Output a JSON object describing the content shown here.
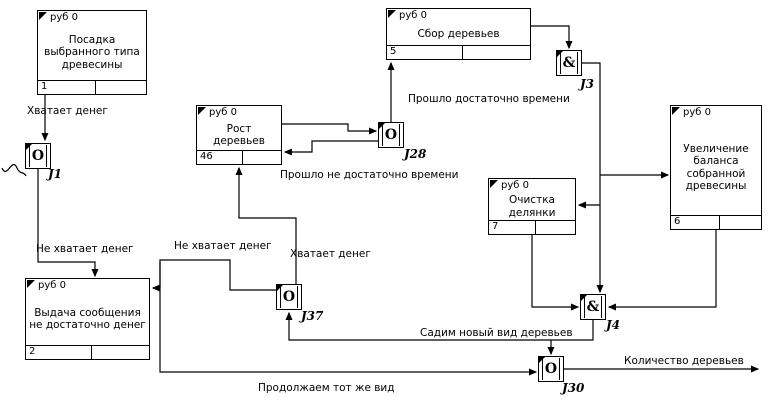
{
  "diagram": {
    "boxes": [
      {
        "cost": "руб 0",
        "title": "Посадка выбранного типа древесины",
        "number": "1"
      },
      {
        "cost": "руб 0",
        "title": "Рост деревьев",
        "number": "46"
      },
      {
        "cost": "руб 0",
        "title": "Сбор деревьев",
        "number": "5"
      },
      {
        "cost": "руб 0",
        "title": "Увеличение баланса собранной древесины",
        "number": "6"
      },
      {
        "cost": "руб 0",
        "title": "Очистка делянки",
        "number": "7"
      },
      {
        "cost": "руб 0",
        "title": "Выдача сообщения не достаточно денег",
        "number": "2"
      }
    ],
    "junctions": [
      {
        "symbol": "O",
        "name": "J1"
      },
      {
        "symbol": "O",
        "name": "J28"
      },
      {
        "symbol": "&",
        "name": "J3"
      },
      {
        "symbol": "O",
        "name": "J37"
      },
      {
        "symbol": "&",
        "name": "J4"
      },
      {
        "symbol": "O",
        "name": "J30"
      }
    ],
    "edge_labels": [
      "Хватает денег",
      "Прошло достаточно времени",
      "Прошло не достаточно времени",
      "Не хватает денег",
      "Не хватает денег",
      "Хватает денег",
      "Садим новый вид деревьев",
      "Количество деревьев",
      "Продолжаем тот же вид"
    ],
    "colors": {
      "line": "#000000",
      "box_bg": "#ffffff",
      "page_bg": "#ffffff"
    }
  }
}
